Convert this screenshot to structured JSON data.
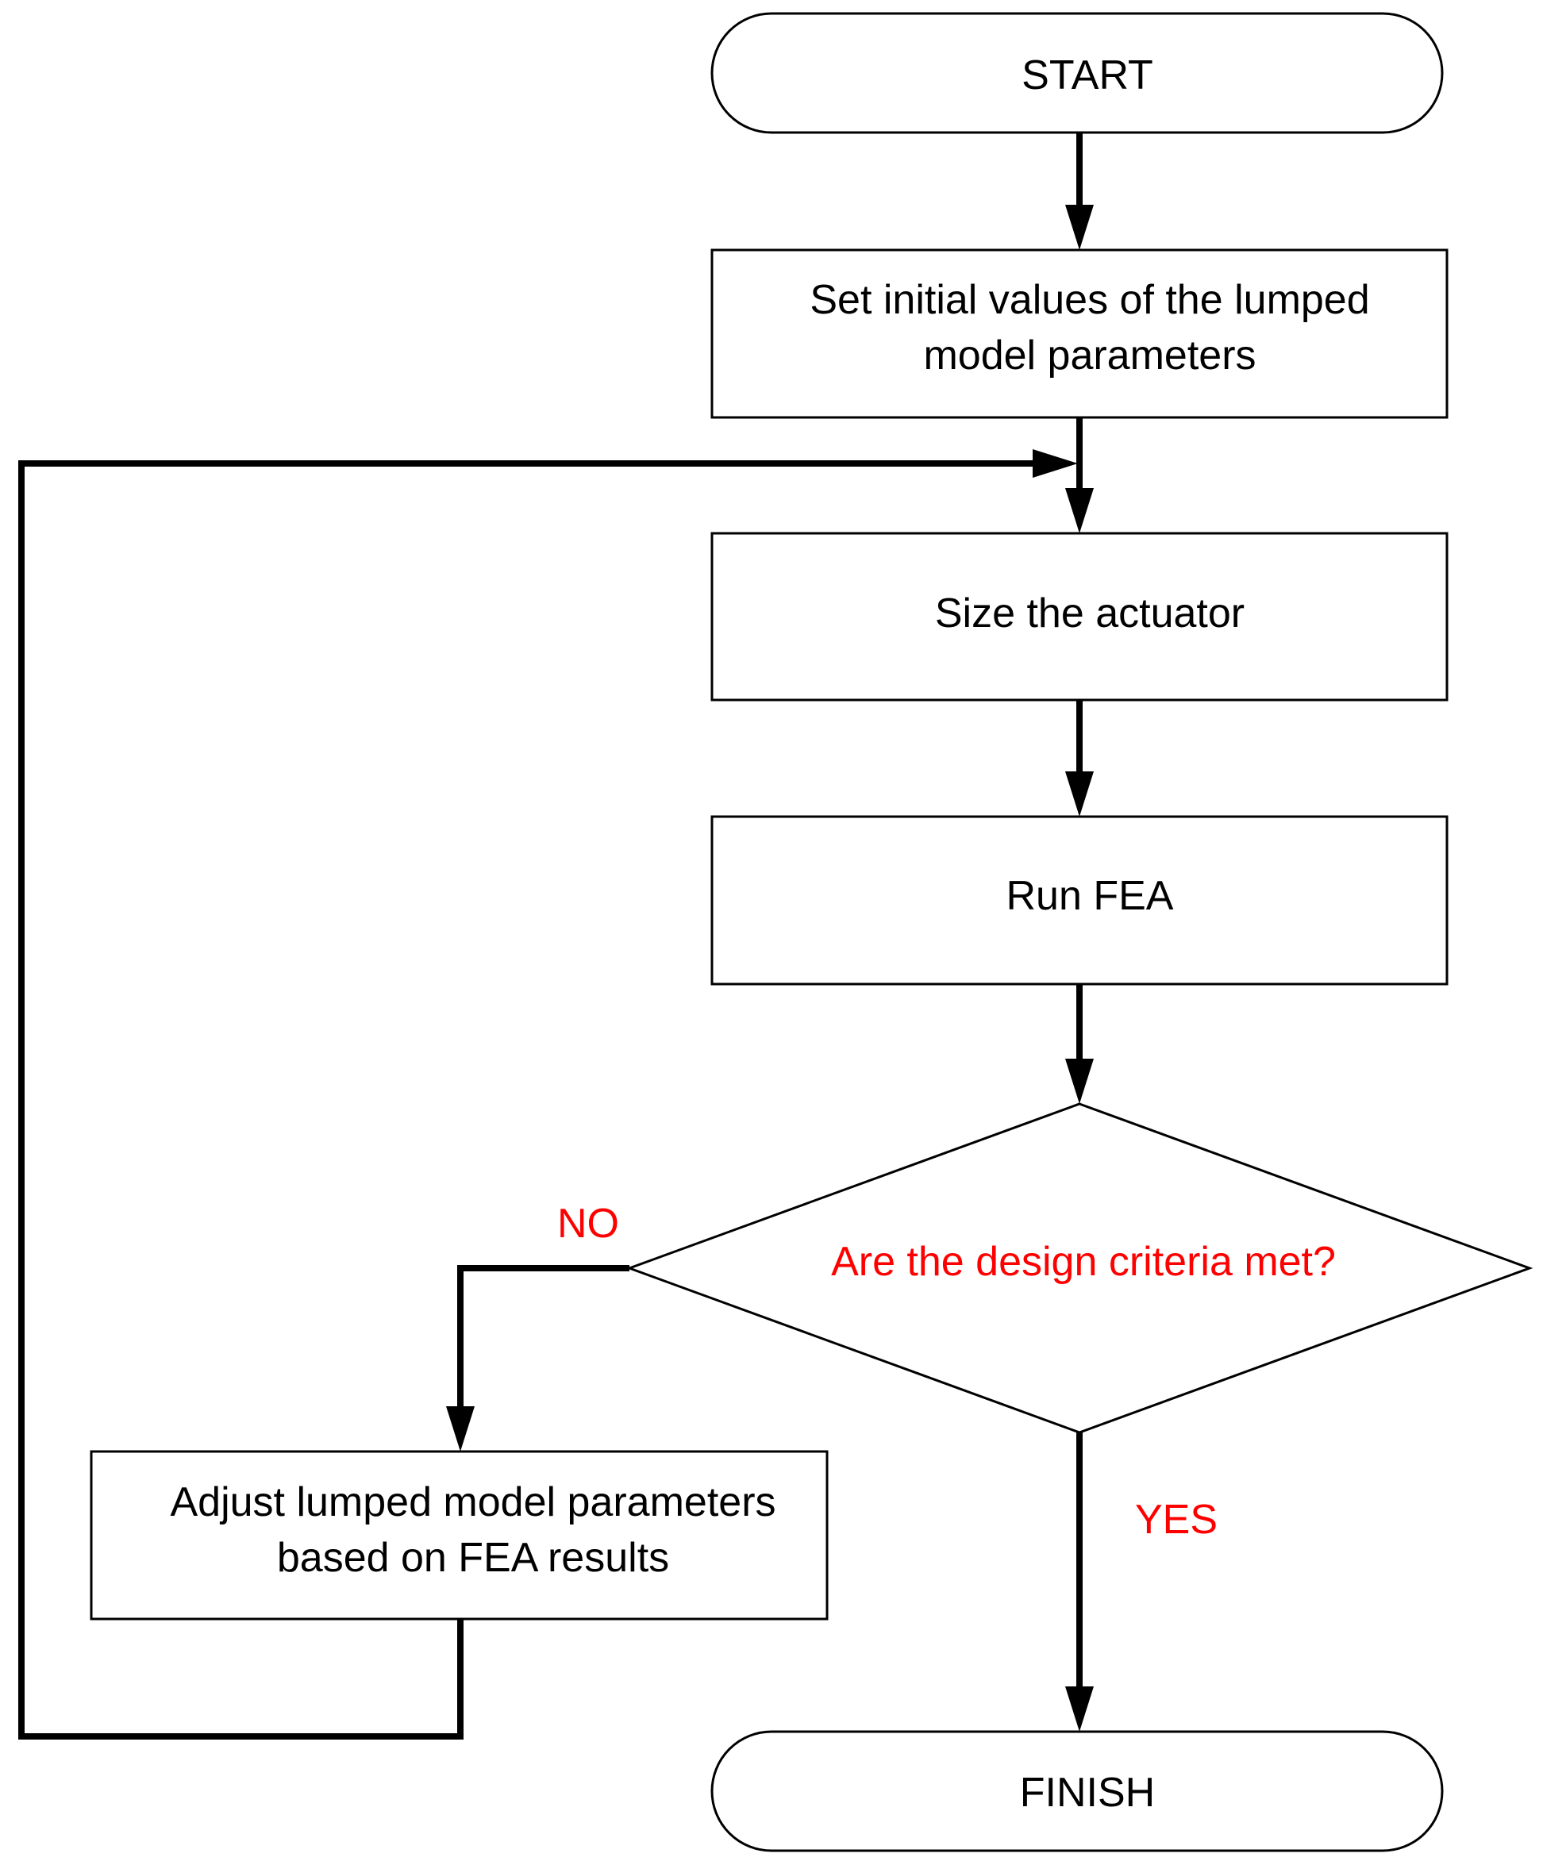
{
  "colors": {
    "background": "#ffffff",
    "stroke": "#000000",
    "decision_text": "#ff0000"
  },
  "nodes": {
    "start": {
      "label": "START"
    },
    "set_initial": {
      "line1": "Set initial values of the lumped",
      "line2": "model parameters"
    },
    "size_actuator": {
      "label": "Size the actuator"
    },
    "run_fea": {
      "label": "Run FEA"
    },
    "decision": {
      "label": "Are the design criteria met?"
    },
    "adjust": {
      "line1": "Adjust lumped model parameters",
      "line2": "based on FEA results"
    },
    "finish": {
      "label": "FINISH"
    }
  },
  "edges": {
    "no_label": "NO",
    "yes_label": "YES"
  }
}
